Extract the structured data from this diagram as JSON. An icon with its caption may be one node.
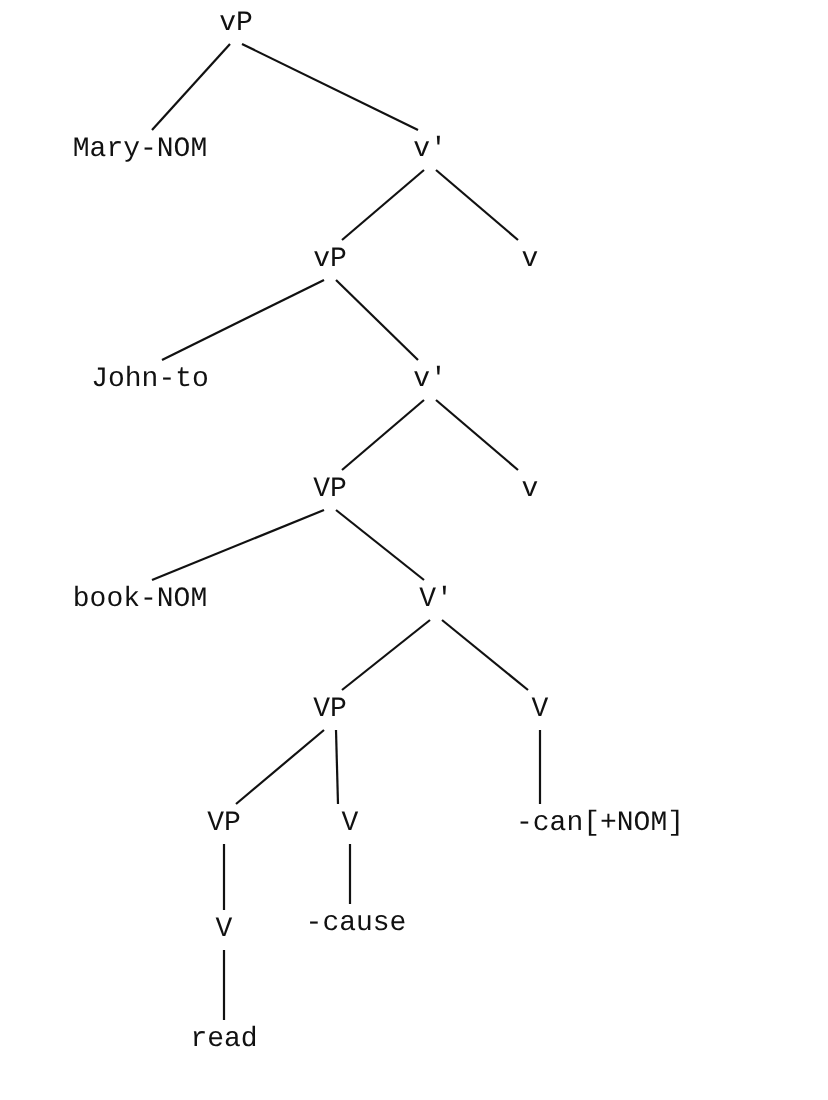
{
  "diagram": {
    "nodes": [
      {
        "text": [
          "vP"
        ]
      },
      {
        "text": [
          "Mary-NOM"
        ]
      },
      {
        "text": [
          "v'"
        ]
      },
      {
        "text": [
          "vP"
        ]
      },
      {
        "text": [
          "v"
        ]
      },
      {
        "text": [
          "John-to"
        ]
      },
      {
        "text": [
          "v'"
        ]
      },
      {
        "text": [
          "VP"
        ]
      },
      {
        "text": [
          "v"
        ]
      },
      {
        "text": [
          "book-NOM"
        ]
      },
      {
        "text": [
          "V'"
        ]
      },
      {
        "text": [
          "VP"
        ]
      },
      {
        "text": [
          "V"
        ]
      },
      {
        "text": [
          "VP"
        ]
      },
      {
        "text": [
          "V"
        ]
      },
      {
        "text": [
          "-can[+NOM]"
        ]
      },
      {
        "text": [
          "V"
        ]
      },
      {
        "text": [
          "-cause"
        ]
      },
      {
        "text": [
          "read"
        ]
      }
    ],
    "edges": [
      {
        "from": 0,
        "to": 1,
        "arrow": "none"
      },
      {
        "from": 0,
        "to": 2,
        "arrow": "none"
      },
      {
        "from": 2,
        "to": 3,
        "arrow": "none"
      },
      {
        "from": 2,
        "to": 4,
        "arrow": "none"
      },
      {
        "from": 3,
        "to": 5,
        "arrow": "none"
      },
      {
        "from": 3,
        "to": 6,
        "arrow": "none"
      },
      {
        "from": 6,
        "to": 7,
        "arrow": "none"
      },
      {
        "from": 6,
        "to": 8,
        "arrow": "none"
      },
      {
        "from": 7,
        "to": 9,
        "arrow": "none"
      },
      {
        "from": 7,
        "to": 10,
        "arrow": "none"
      },
      {
        "from": 10,
        "to": 11,
        "arrow": "none"
      },
      {
        "from": 10,
        "to": 12,
        "arrow": "none"
      },
      {
        "from": 11,
        "to": 13,
        "arrow": "none"
      },
      {
        "from": 11,
        "to": 14,
        "arrow": "none"
      },
      {
        "from": 12,
        "to": 15,
        "arrow": "none"
      },
      {
        "from": 13,
        "to": 16,
        "arrow": "none"
      },
      {
        "from": 14,
        "to": 17,
        "arrow": "none"
      },
      {
        "from": 16,
        "to": 18,
        "arrow": "none"
      }
    ]
  }
}
